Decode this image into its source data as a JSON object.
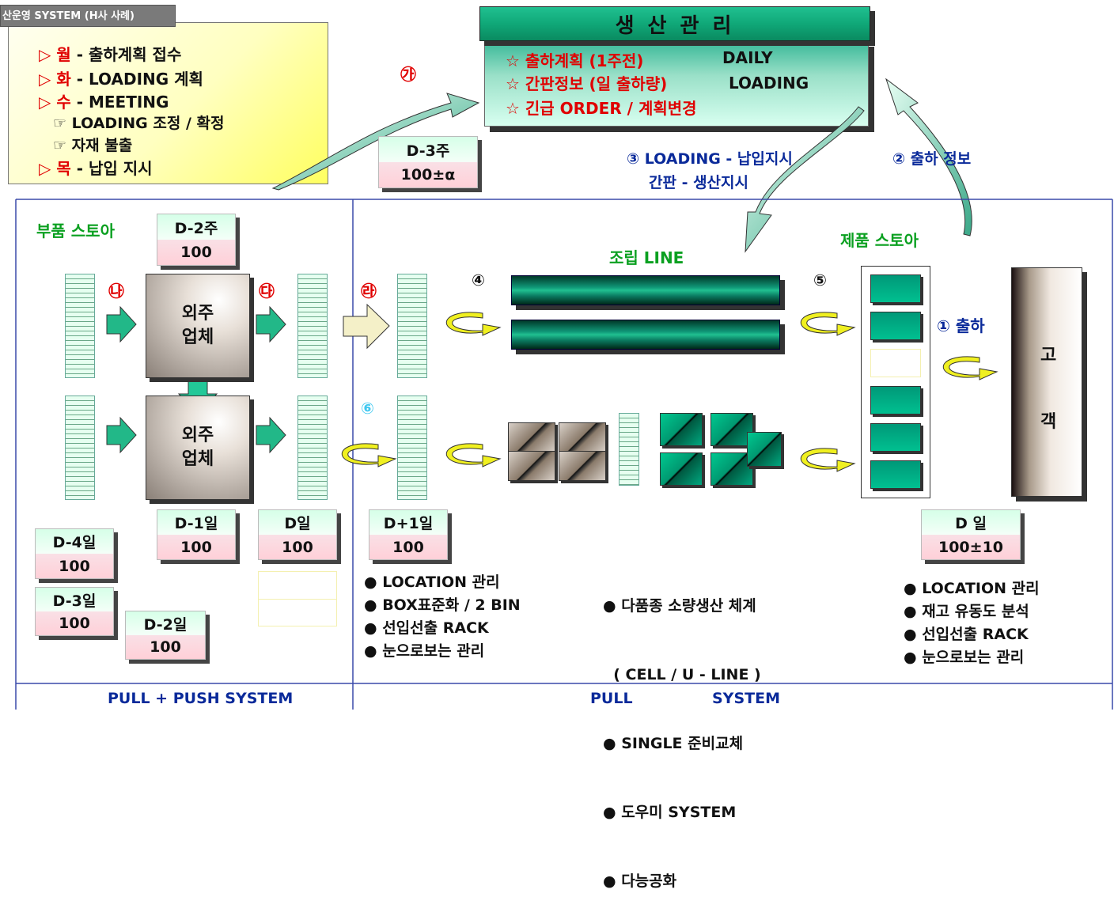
{
  "scroll": {
    "tag": "산운영 SYSTEM (H사 사례)",
    "lines": [
      {
        "tri": "▷",
        "day": "월",
        "text": " - 출하계획 접수"
      },
      {
        "tri": "▷",
        "day": "화",
        "text": " - LOADING 계획"
      },
      {
        "tri": "▷",
        "day": "수",
        "text": " - MEETING"
      },
      {
        "sub": "☞ LOADING 조정 / 확정"
      },
      {
        "sub": "☞ 자재 불출"
      },
      {
        "tri": "▷",
        "day": "목",
        "text": " - 납입 지시"
      }
    ]
  },
  "production": {
    "title": "생 산 관 리",
    "items": [
      "☆ 출하계획 (1주전)",
      "☆ 간판정보 (일 출하량)",
      "☆ 긴급 ORDER / 계획변경"
    ],
    "daily": "DAILY",
    "loading": "LOADING"
  },
  "labels": {
    "ga": "㉮",
    "na": "㉯",
    "da": "㉰",
    "ra": "㉱",
    "four": "④",
    "five": "⑤",
    "six": "⑥",
    "info3_line1": "③ LOADING - 납입지시",
    "info3_line2": "간판 - 생산지시",
    "info2": "② 출하 정보",
    "parts_store": "부품 스토아",
    "assembly_line": "조립  LINE",
    "product_store": "제품 스토아",
    "ship": "① 출하",
    "vendor1": [
      "외주",
      "업체"
    ],
    "vendor2": [
      "외주",
      "업체"
    ],
    "customer": [
      "고",
      "객"
    ]
  },
  "dboxes": {
    "d3w": {
      "top": "D-3주",
      "bottom": "100±α"
    },
    "d2w": {
      "top": "D-2주",
      "bottom": "100"
    },
    "d1d": {
      "top": "D-1일",
      "bottom": "100"
    },
    "d0": {
      "top": "D일",
      "bottom": "100"
    },
    "dp1": {
      "top": "D+1일",
      "bottom": "100"
    },
    "d4d": {
      "top": "D-4일",
      "bottom": "100"
    },
    "d3d": {
      "top": "D-3일",
      "bottom": "100"
    },
    "d2d": {
      "top": "D-2일",
      "bottom": "100"
    },
    "dday": {
      "top": "D 일",
      "bottom": "100±10"
    }
  },
  "bullets_left": [
    "● LOCATION 관리",
    "● BOX표준화 / 2 BIN",
    "● 선입선출 RACK",
    "● 눈으로보는 관리"
  ],
  "bullets_mid": [
    "● 다품종 소량생산 체계",
    "  ( CELL / U - LINE )",
    "● SINGLE 준비교체",
    "● 도우미 SYSTEM",
    "● 다능공화"
  ],
  "bullets_right": [
    "● LOCATION 관리",
    "● 재고 유동도 분석",
    "● 선입선출 RACK",
    "● 눈으로보는 관리"
  ],
  "bottom": {
    "left": "PULL + PUSH SYSTEM",
    "mid1": "PULL",
    "mid2": "SYSTEM"
  }
}
